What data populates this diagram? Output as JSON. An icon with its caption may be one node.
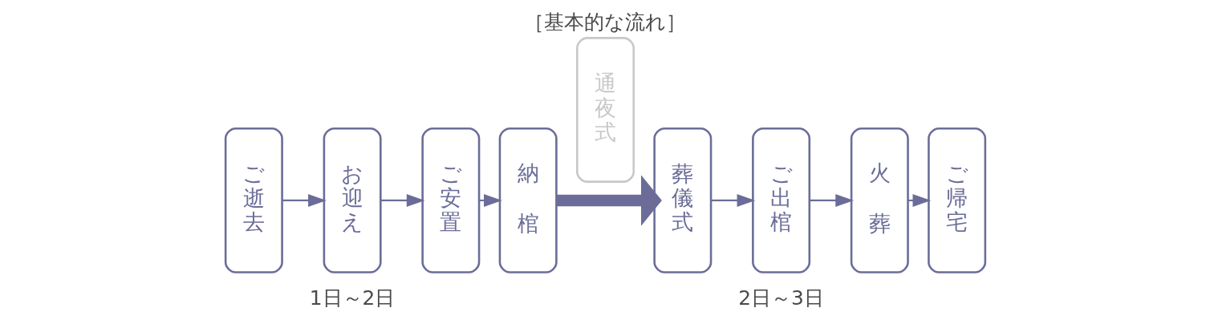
{
  "diagram": {
    "title": "［基本的な流れ］",
    "nodes": [
      {
        "text": [
          "ご逝去"
        ]
      },
      {
        "text": [
          "お迎え"
        ]
      },
      {
        "text": [
          "ご安置"
        ]
      },
      {
        "text": [
          "納棺"
        ]
      },
      {
        "text": [
          "通夜式"
        ]
      },
      {
        "text": [
          "葬儀式"
        ]
      },
      {
        "text": [
          "ご出棺"
        ]
      },
      {
        "text": [
          "火葬"
        ]
      },
      {
        "text": [
          "ご帰宅"
        ]
      }
    ],
    "edges": [
      {
        "from": 0,
        "to": 1,
        "arrow": "to"
      },
      {
        "from": 1,
        "to": 2,
        "arrow": "to"
      },
      {
        "from": 2,
        "to": 3,
        "arrow": "to"
      },
      {
        "from": 3,
        "to": 5,
        "arrow": "to",
        "style": "thick"
      },
      {
        "from": 5,
        "to": 6,
        "arrow": "to"
      },
      {
        "from": 6,
        "to": 7,
        "arrow": "to"
      },
      {
        "from": 7,
        "to": 8,
        "arrow": "to"
      }
    ],
    "labels": [
      "1日～2日",
      "2日～3日"
    ]
  }
}
